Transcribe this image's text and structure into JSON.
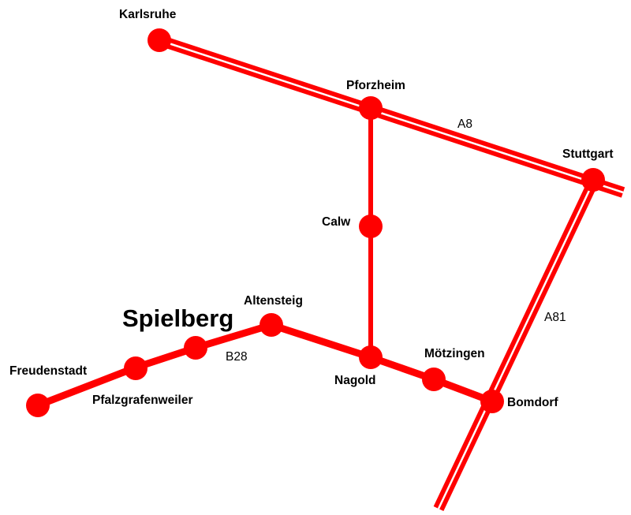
{
  "map": {
    "highlight_town": "Spielberg",
    "colors": {
      "road": "#ff0000",
      "road_center_line": "#ffffff",
      "town_dot": "#ff0000",
      "text": "#000000",
      "background": "#ffffff"
    },
    "places": {
      "karlsruhe": "Karlsruhe",
      "pforzheim": "Pforzheim",
      "stuttgart": "Stuttgart",
      "calw": "Calw",
      "altensteig": "Altensteig",
      "nagold": "Nagold",
      "moetzingen": "Mötzingen",
      "bomdorf": "Bomdorf",
      "freudenstadt": "Freudenstadt",
      "pfalzgrafenweiler": "Pfalzgrafenweiler"
    },
    "roads": {
      "a8": "A8",
      "a81": "A81",
      "b28": "B28"
    }
  }
}
